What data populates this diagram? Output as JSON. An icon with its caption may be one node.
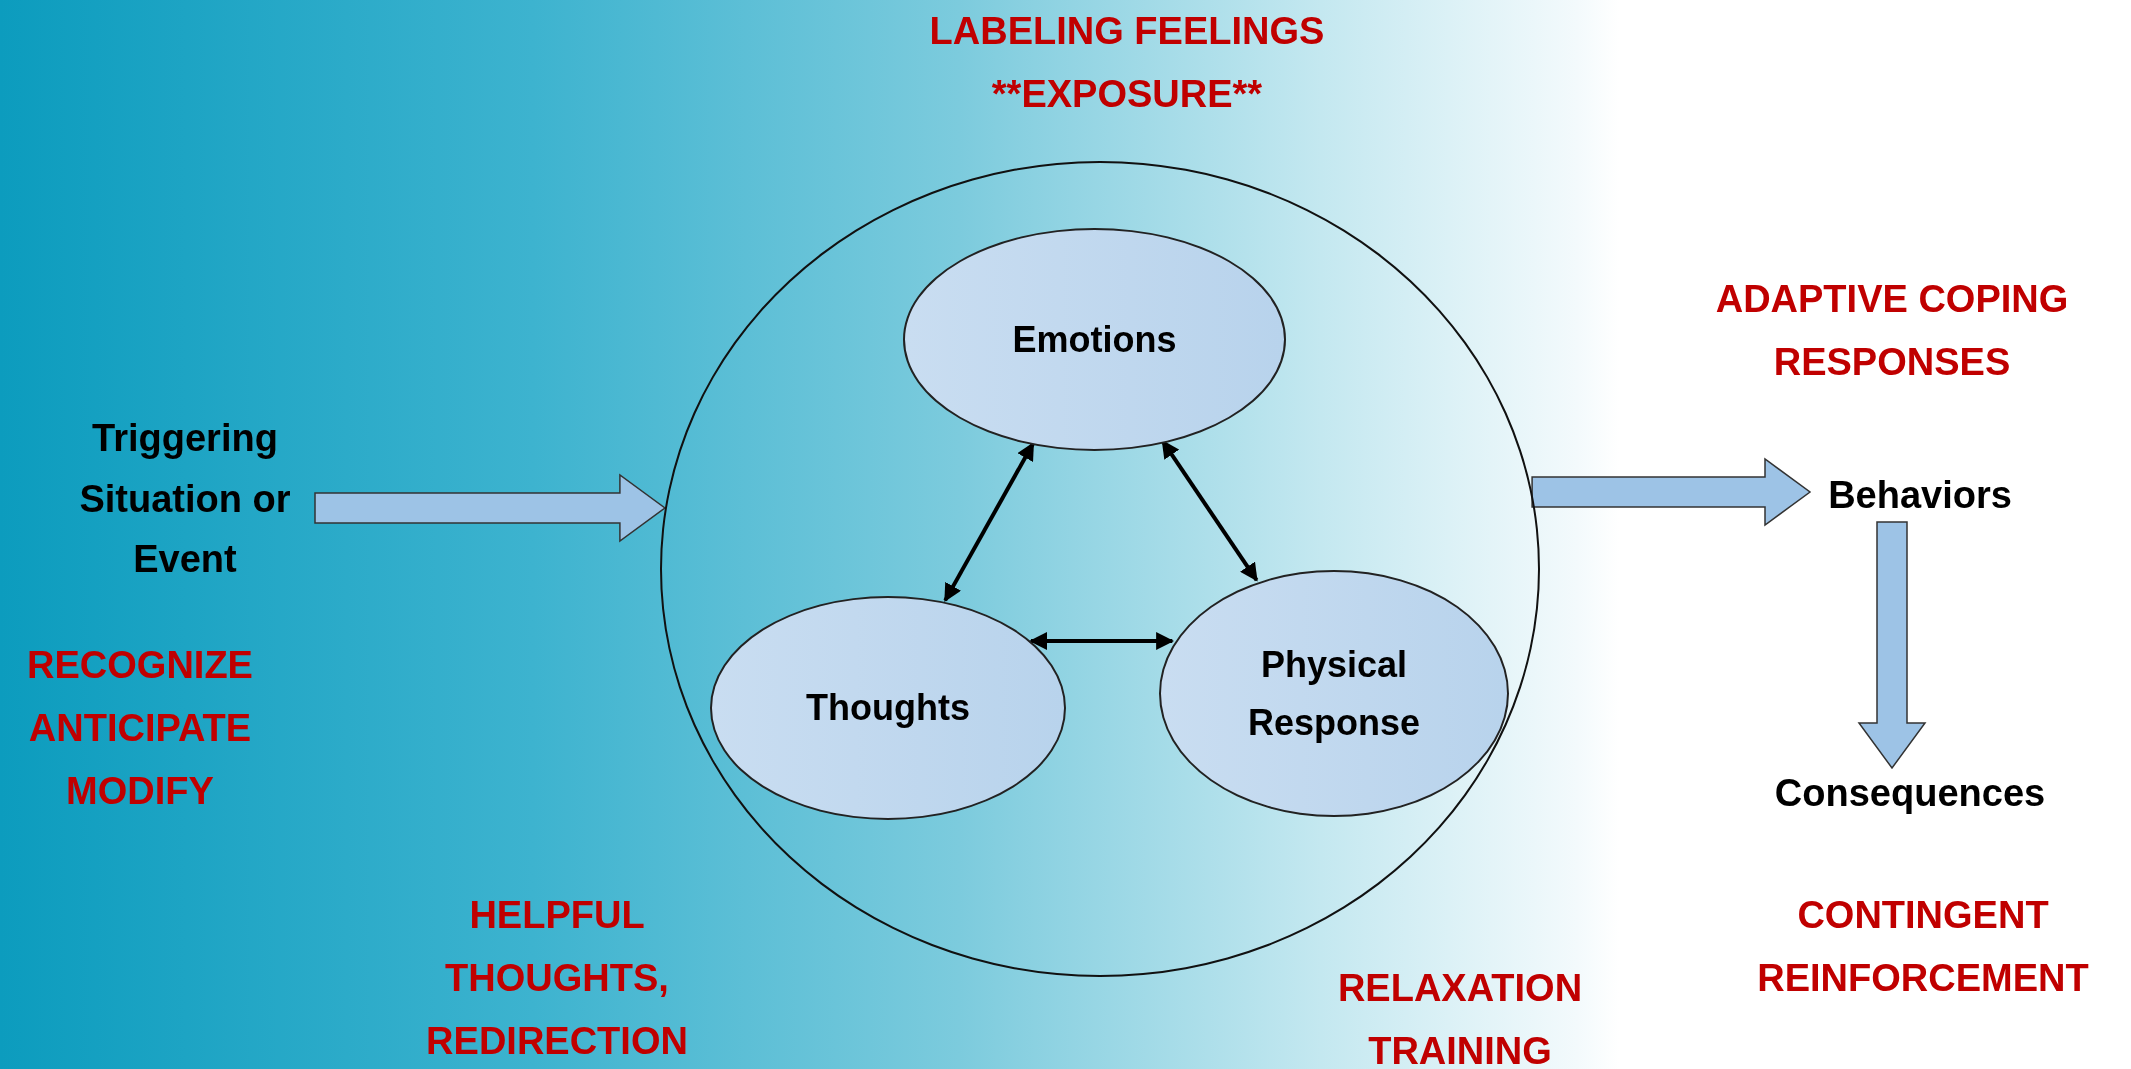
{
  "diagram": {
    "nodes": [
      {
        "text": [
          "Triggering Situation or Event"
        ]
      },
      {
        "text": [],
        "shape": "circle"
      },
      {
        "text": [
          "Emotions"
        ],
        "in": 1
      },
      {
        "text": [
          "Thoughts"
        ],
        "in": 1
      },
      {
        "text": [
          "Physical Response"
        ],
        "in": 1
      },
      {
        "text": [
          "Behaviors"
        ]
      },
      {
        "text": [
          "Consequences"
        ]
      }
    ],
    "edges": [
      {
        "from": 0,
        "to": 1,
        "arrow": "to",
        "style": "thick"
      },
      {
        "from": 2,
        "to": 3,
        "arrow": "both"
      },
      {
        "from": 2,
        "to": 4,
        "arrow": "both"
      },
      {
        "from": 3,
        "to": 4,
        "arrow": "both"
      },
      {
        "from": 1,
        "to": 5,
        "arrow": "to",
        "style": "thick"
      },
      {
        "from": 5,
        "to": 6,
        "arrow": "to",
        "style": "thick"
      }
    ],
    "labels": [
      "LABELING FEELINGS **EXPOSURE**",
      "ADAPTIVE COPING RESPONSES",
      "RECOGNIZE",
      "ANTICIPATE",
      "MODIFY",
      "HELPFUL THOUGHTS, REDIRECTION",
      "RELAXATION TRAINING",
      "CONTINGENT REINFORCEMENT"
    ]
  }
}
